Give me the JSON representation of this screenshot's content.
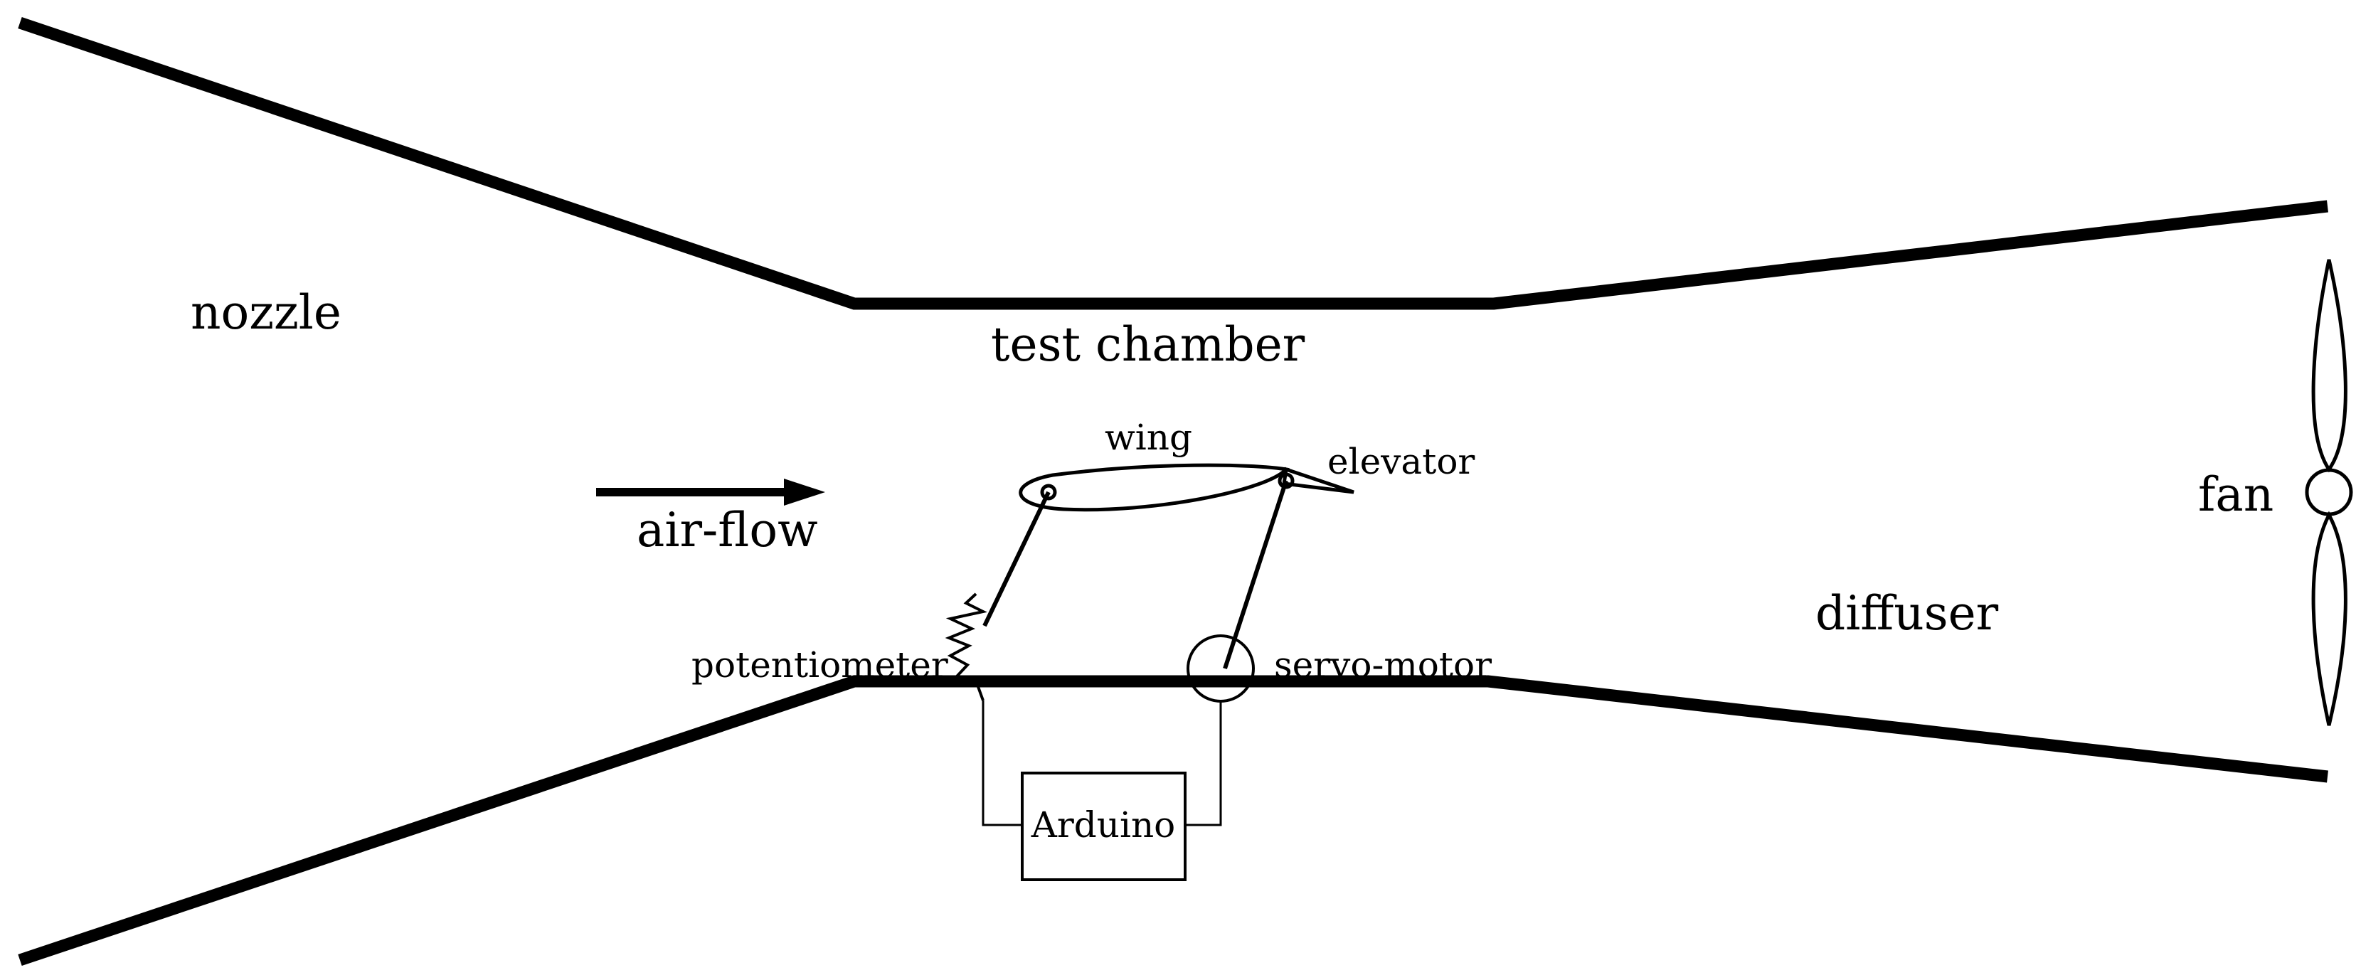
{
  "diagram": {
    "labels": {
      "nozzle": "nozzle",
      "test_chamber": "test chamber",
      "wing": "wing",
      "elevator": "elevator",
      "air_flow": "air-flow",
      "fan": "fan",
      "potentiometer": "potentiometer",
      "servo_motor": "servo-motor",
      "diffuser": "diffuser",
      "arduino": "Arduino"
    },
    "colors": {
      "stroke": "#000000",
      "background": "#ffffff"
    }
  }
}
